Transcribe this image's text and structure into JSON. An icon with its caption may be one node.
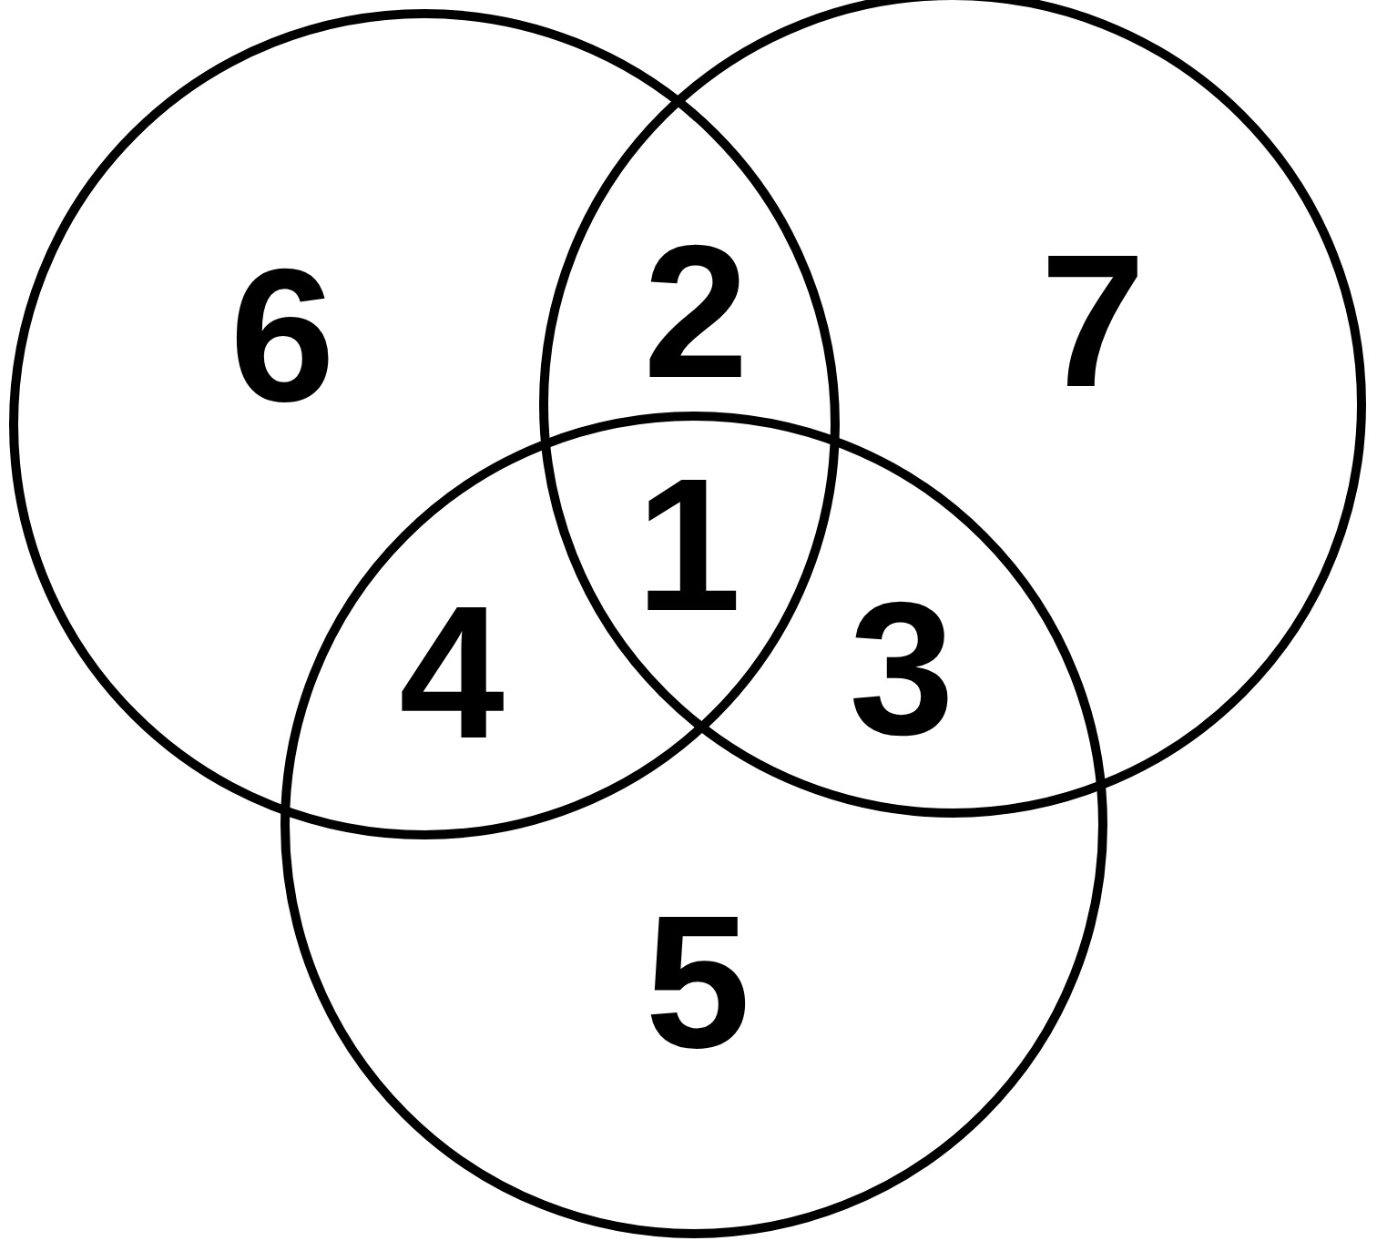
{
  "diagram": {
    "nodes": [
      {
        "text": [],
        "shape": "circle"
      },
      {
        "text": [],
        "shape": "circle"
      },
      {
        "text": [],
        "shape": "circle"
      }
    ],
    "labels": [
      "6",
      "2",
      "7",
      "1",
      "4",
      "3",
      "5"
    ]
  }
}
